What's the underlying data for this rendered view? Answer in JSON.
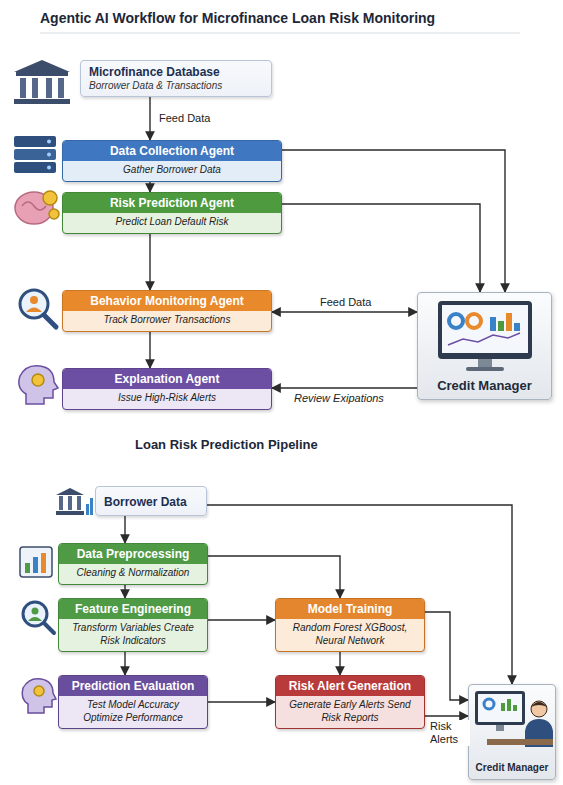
{
  "diagram": {
    "title": "Agentic AI Workflow for Microfinance Loan Risk Monitoring",
    "nodes": [
      {
        "text": [
          "Microfinance Database",
          "Borrower Data & Transactions"
        ]
      },
      {
        "text": [
          "Data Collection Agent",
          "Gather Borrower Data"
        ]
      },
      {
        "text": [
          "Risk Prediction Agent",
          "Predict Loan Default Risk"
        ]
      },
      {
        "text": [
          "Behavior Monitoring Agent",
          "Track Borrower Transactions"
        ]
      },
      {
        "text": [
          "Explanation Agent",
          "Issue High-Risk Alerts"
        ]
      },
      {
        "text": [
          "Credit Manager"
        ]
      },
      {
        "text": [
          "Borrower Data"
        ]
      },
      {
        "text": [
          "Data Preprocessing",
          "Cleaning & Normalization"
        ]
      },
      {
        "text": [
          "Feature Engineering",
          "Transform Variables Create Risk Indicators"
        ]
      },
      {
        "text": [
          "Model Training",
          "Random Forest XGBoost, Neural Network"
        ]
      },
      {
        "text": [
          "Prediction Evaluation",
          "Test Model Accuracy Optimize Performance"
        ]
      },
      {
        "text": [
          "Risk Alert Generation",
          "Generate Early Alerts Send Risk Reports"
        ]
      },
      {
        "text": [
          "Credit Manager"
        ]
      }
    ],
    "edges": [
      {
        "from": 0,
        "to": 1,
        "label": "Feed Data",
        "arrow": "to"
      },
      {
        "from": 1,
        "to": 2,
        "arrow": "to"
      },
      {
        "from": 2,
        "to": 3,
        "arrow": "to"
      },
      {
        "from": 3,
        "to": 4,
        "arrow": "to"
      },
      {
        "from": 1,
        "to": 5,
        "arrow": "to"
      },
      {
        "from": 2,
        "to": 5,
        "arrow": "to"
      },
      {
        "from": 3,
        "to": 5,
        "label": "Feed Data",
        "arrow": "both"
      },
      {
        "from": 5,
        "to": 4,
        "label": "Review Exipations",
        "arrow": "to"
      },
      {
        "from": 6,
        "to": 7,
        "arrow": "to"
      },
      {
        "from": 6,
        "to": 12,
        "arrow": "to"
      },
      {
        "from": 7,
        "to": 8,
        "arrow": "to"
      },
      {
        "from": 7,
        "to": 9,
        "arrow": "to"
      },
      {
        "from": 8,
        "to": 9,
        "arrow": "to"
      },
      {
        "from": 8,
        "to": 10,
        "arrow": "to"
      },
      {
        "from": 9,
        "to": 11,
        "arrow": "to"
      },
      {
        "from": 10,
        "to": 11,
        "arrow": "to"
      },
      {
        "from": 9,
        "to": 12,
        "arrow": "to"
      },
      {
        "from": 11,
        "to": 12,
        "label": "Risk Alerts",
        "arrow": "to"
      }
    ],
    "labels": [
      "Loan Risk Prediction Pipeline"
    ]
  }
}
